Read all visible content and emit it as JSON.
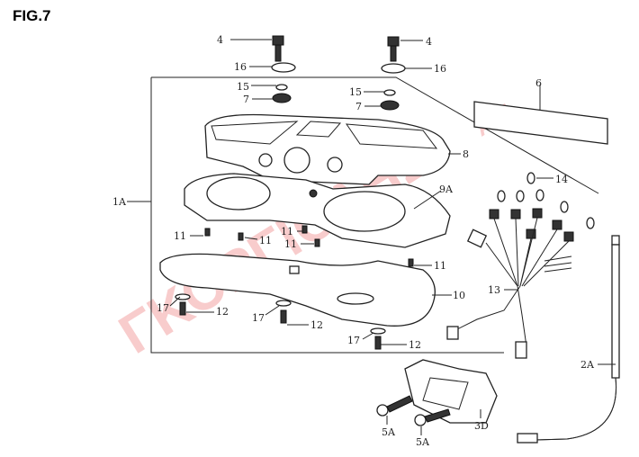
{
  "figure": {
    "title": "FIG.7",
    "watermark": "ΓΚΟΡΓΙΟΛΗΣ",
    "watermark_suffix": "A.E.",
    "watermark_color": "#f3a3a3"
  },
  "callouts": {
    "bolt_left": "4",
    "bolt_right": "4",
    "washer_left": "16",
    "washer_right": "16",
    "collar_left": "15",
    "collar_right": "15",
    "grommet_left": "7",
    "grommet_right": "7",
    "label_plate": "6",
    "upper_cover": "8",
    "meter_assembly": "1A",
    "meter_unit": "9A",
    "bulb": "14",
    "screw_a": "11",
    "screw_b": "11",
    "screw_c": "11",
    "screw_d": "11",
    "screw_e": "11",
    "lower_case": "10",
    "wire_harness": "13",
    "washer_17_a": "17",
    "screw_12_a": "12",
    "washer_17_b": "17",
    "screw_12_b": "12",
    "washer_17_c": "17",
    "screw_12_c": "12",
    "speedo_cable": "2A",
    "bracket": "3D",
    "bolt_5a_a": "5A",
    "bolt_5a_b": "5A"
  }
}
